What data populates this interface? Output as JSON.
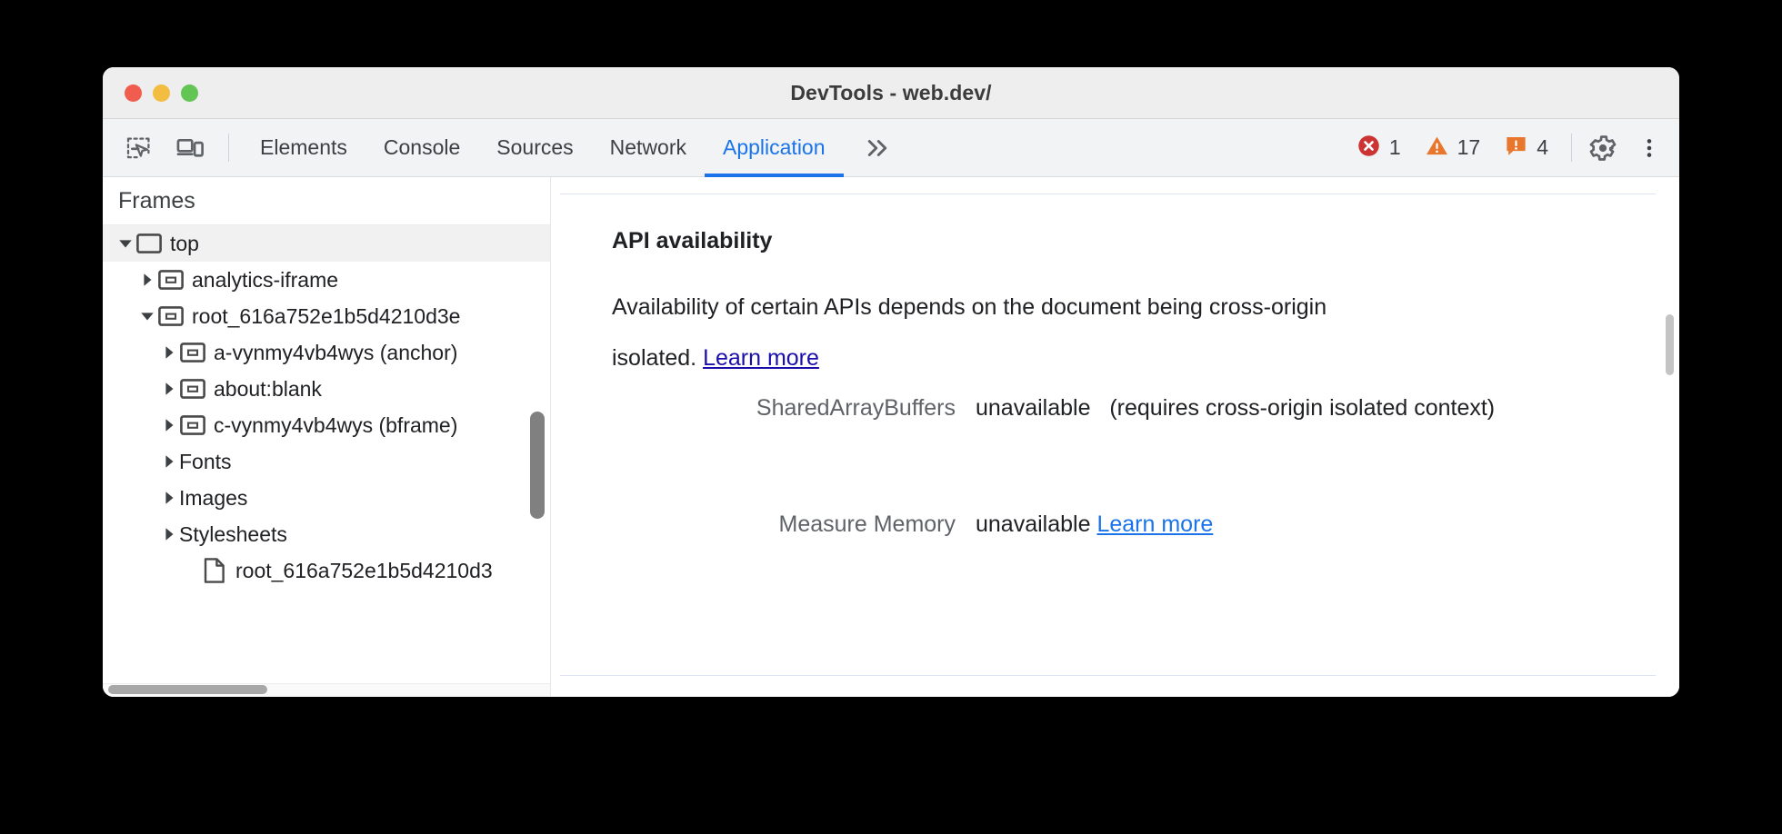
{
  "window": {
    "title": "DevTools - web.dev/",
    "traffic_lights": [
      "close-red",
      "minimize-yellow",
      "maximize-green"
    ]
  },
  "toolbar": {
    "inspect_icon": "inspect-element-icon",
    "device_icon": "device-toolbar-icon",
    "tabs": [
      {
        "label": "Elements",
        "active": false
      },
      {
        "label": "Console",
        "active": false
      },
      {
        "label": "Sources",
        "active": false
      },
      {
        "label": "Network",
        "active": false
      },
      {
        "label": "Application",
        "active": true
      }
    ],
    "more_tabs_label": "»",
    "counters": [
      {
        "name": "errors",
        "icon": "error-icon",
        "count": "1",
        "color": "#cc3333"
      },
      {
        "name": "warnings",
        "icon": "warning-icon",
        "count": "17",
        "color": "#e8762c"
      },
      {
        "name": "issues",
        "icon": "issue-icon",
        "count": "4",
        "color": "#e8762c"
      }
    ],
    "settings_icon": "gear-icon",
    "kebab_icon": "more-options-icon"
  },
  "sidebar": {
    "header": "Frames",
    "tree": [
      {
        "label": "top",
        "indent": 0,
        "caret": "down",
        "icon": "frame-icon",
        "selected": true,
        "clip": false
      },
      {
        "label": "analytics-iframe",
        "indent": 1,
        "caret": "right",
        "icon": "iframe-icon",
        "selected": false,
        "clip": false
      },
      {
        "label": "root_616a752e1b5d4210d3e",
        "indent": 1,
        "caret": "down",
        "icon": "iframe-icon",
        "selected": false,
        "clip": true
      },
      {
        "label": "a-vynmy4vb4wys (anchor)",
        "indent": 2,
        "caret": "right",
        "icon": "iframe-icon",
        "selected": false,
        "clip": false
      },
      {
        "label": "about:blank",
        "indent": 2,
        "caret": "right",
        "icon": "iframe-icon",
        "selected": false,
        "clip": false
      },
      {
        "label": "c-vynmy4vb4wys (bframe)",
        "indent": 2,
        "caret": "right",
        "icon": "iframe-icon",
        "selected": false,
        "clip": false
      },
      {
        "label": "Fonts",
        "indent": 2,
        "caret": "right",
        "icon": "none",
        "selected": false,
        "clip": false
      },
      {
        "label": "Images",
        "indent": 2,
        "caret": "right",
        "icon": "none",
        "selected": false,
        "clip": false
      },
      {
        "label": "Stylesheets",
        "indent": 2,
        "caret": "right",
        "icon": "none",
        "selected": false,
        "clip": false
      },
      {
        "label": "root_616a752e1b5d4210d3",
        "indent": 3,
        "caret": "none",
        "icon": "document-icon",
        "selected": false,
        "clip": true
      }
    ]
  },
  "main": {
    "section_title": "API availability",
    "description_before": "Availability of certain APIs depends on the document being cross-origin isolated. ",
    "description_link": "Learn more",
    "rows": [
      {
        "label": "SharedArrayBuffers",
        "value": "unavailable",
        "note": "(requires cross-origin isolated context)",
        "link": ""
      },
      {
        "label": "Measure Memory",
        "value": "unavailable",
        "note": "",
        "link": "Learn more"
      }
    ]
  },
  "colors": {
    "accent": "#1a73e8",
    "link": "#1a0dab",
    "error": "#cc3333",
    "warning": "#e8762c",
    "toolbar_bg": "#f1f3f4",
    "titlebar_bg": "#eeeeee"
  }
}
